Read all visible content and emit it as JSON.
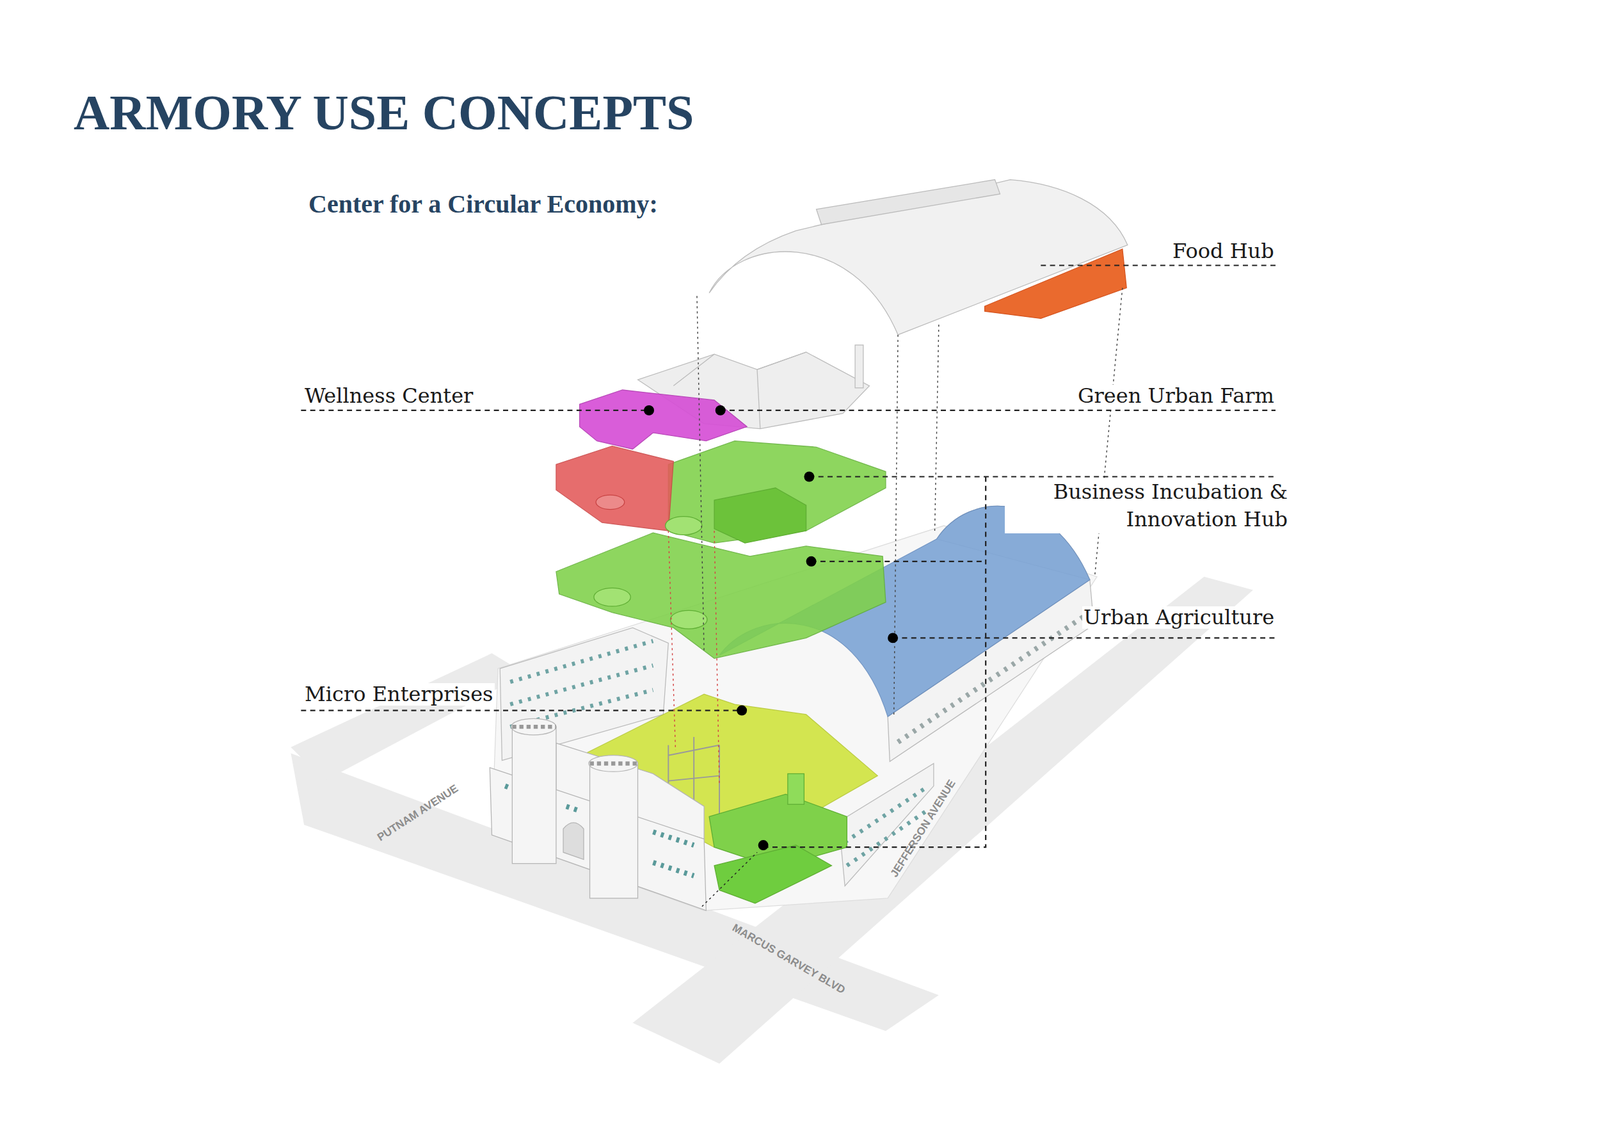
{
  "diagram": {
    "title": "ARMORY USE CONCEPTS",
    "labels": [
      "Center for a Circular Economy:",
      "Food Hub",
      "Wellness Center",
      "Green Urban Farm",
      "Business Incubation & Innovation Hub",
      "Urban Agriculture",
      "Micro Enterprises",
      "PUTNAM AVENUE",
      "JEFFERSON AVENUE",
      "MARCUS GARVEY BLVD"
    ]
  }
}
